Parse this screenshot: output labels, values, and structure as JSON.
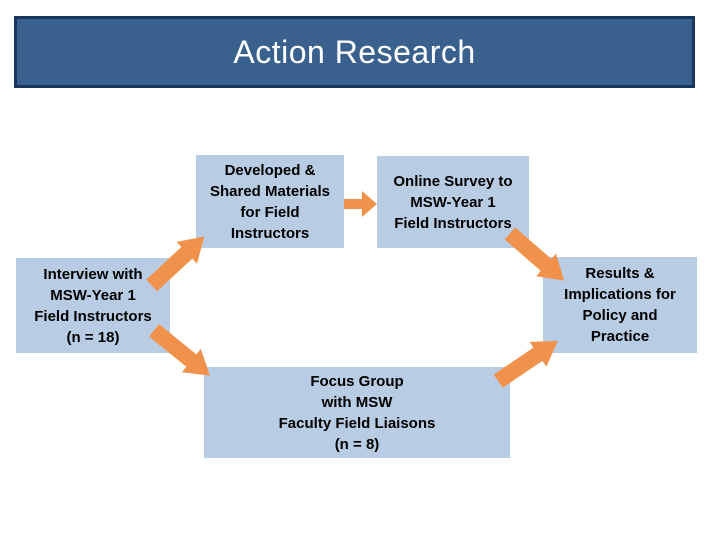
{
  "slide": {
    "title": "Action Research"
  },
  "colors": {
    "title_fill": "#3A618E",
    "title_border": "#17375E",
    "title_text": "#FFFFFF",
    "box_fill": "#B8CCE4",
    "box_text": "#000000",
    "arrow_fill": "#F0924C"
  },
  "boxes": {
    "developed": {
      "label": "Developed &\nShared Materials\nfor Field\nInstructors"
    },
    "survey": {
      "label": "Online Survey to\nMSW-Year 1\nField Instructors"
    },
    "interview": {
      "label": "Interview with\nMSW-Year 1\nField Instructors\n(n = 18)"
    },
    "results": {
      "label": "Results &\nImplications for\nPolicy and\nPractice"
    },
    "focus": {
      "label": "Focus Group\nwith MSW\nFaculty Field Liaisons\n(n = 8)"
    }
  },
  "arrows": {
    "interview_to_developed": "up-right",
    "developed_to_survey": "right",
    "survey_to_results": "down-right",
    "interview_to_focus": "down-right",
    "focus_to_results": "up-right"
  }
}
